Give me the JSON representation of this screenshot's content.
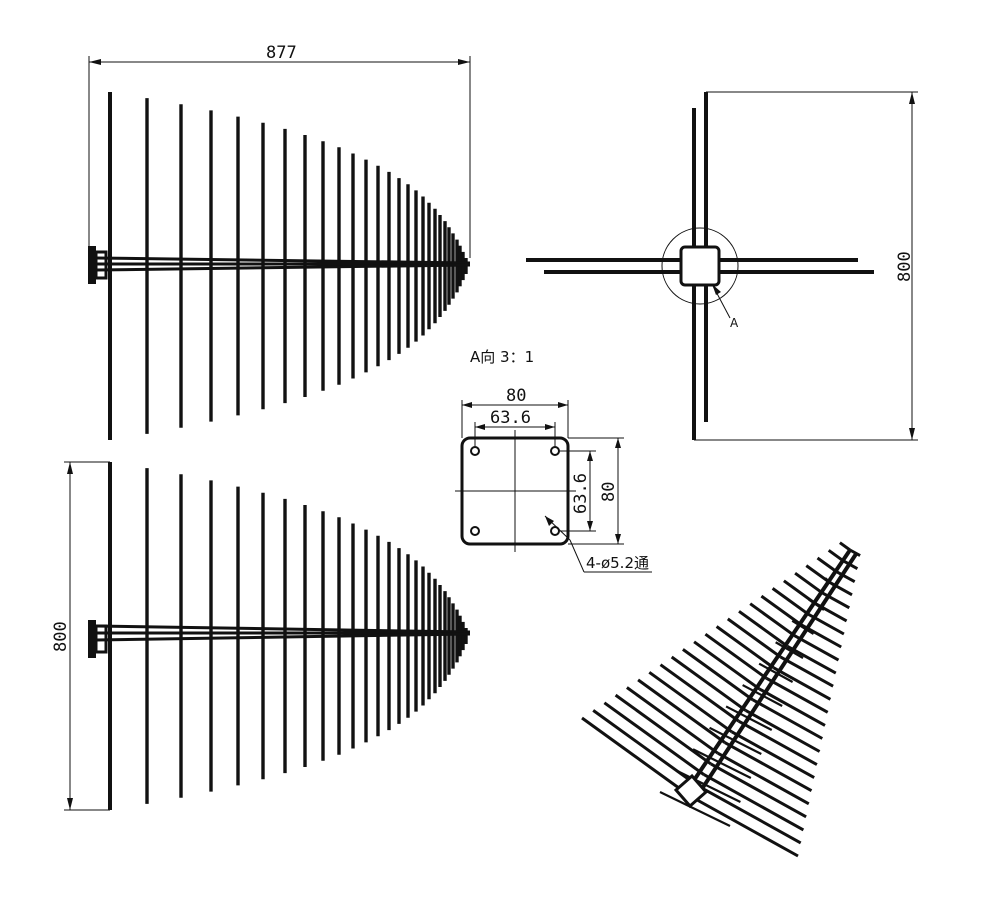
{
  "views": {
    "top": {
      "dim_width": "877"
    },
    "end": {
      "dim_height": "800",
      "detail_marker": "A"
    },
    "front": {
      "dim_height": "800"
    },
    "detail": {
      "title": "A向 3：1",
      "outer_width": "80",
      "hole_spacing_width": "63.6",
      "hole_spacing_height": "63.6",
      "outer_height": "80",
      "hole_note": "4-ø5.2通"
    }
  },
  "colors": {
    "ink": "#111111",
    "background": "#ffffff"
  }
}
